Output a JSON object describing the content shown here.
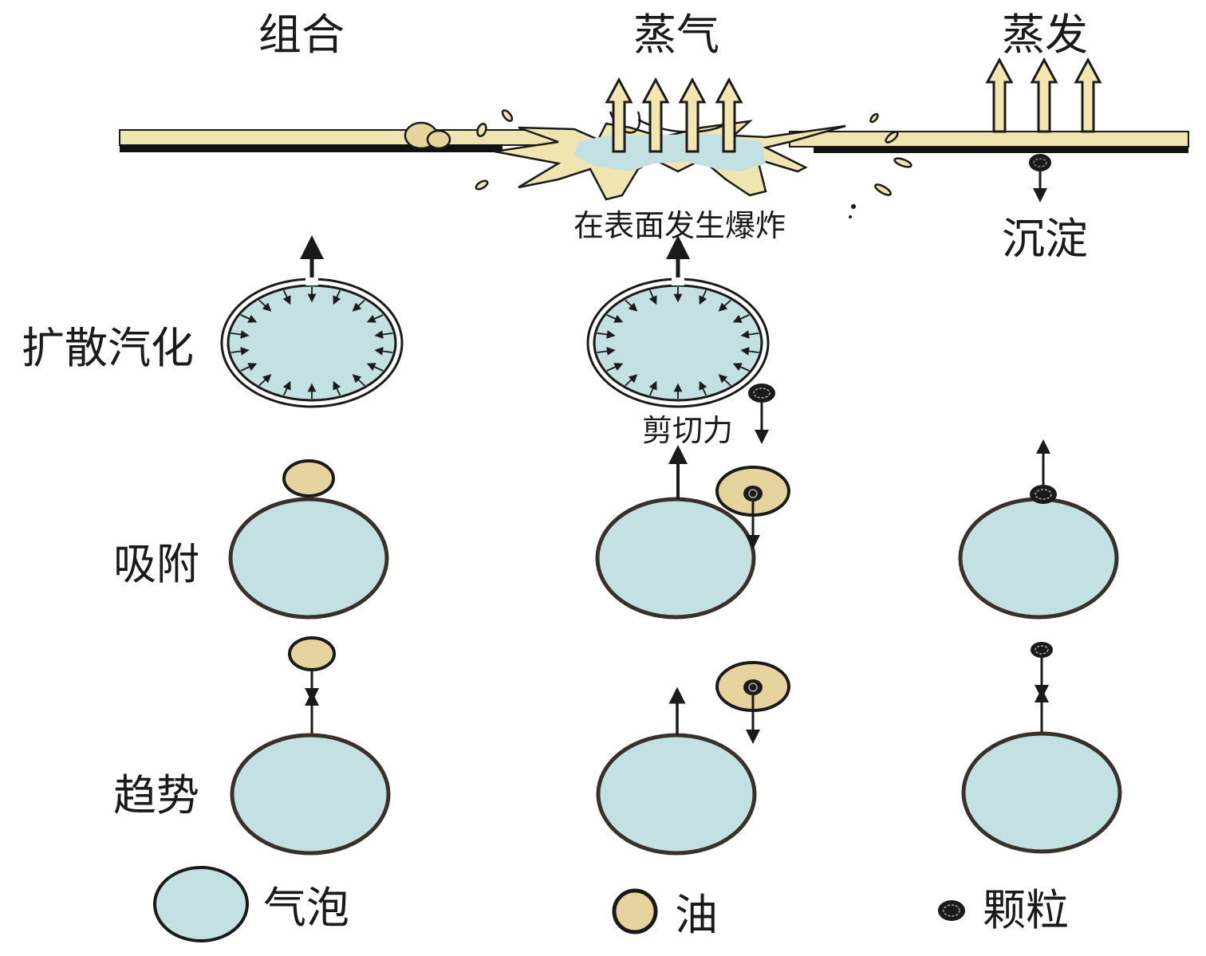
{
  "colors": {
    "bubble_fill": "#c3e0e3",
    "oil_fill": "#e6d39e",
    "stroke": "#1a1a1a",
    "film": "#f0e4b0"
  },
  "columns": {
    "combination": "组合",
    "vapor": "蒸气",
    "evaporation": "蒸发"
  },
  "surface": {
    "explosion_label": "在表面发生爆炸",
    "sediment_label": "沉淀"
  },
  "rows": {
    "diffusion": "扩散汽化",
    "adsorption": "吸附",
    "tendency": "趋势"
  },
  "shear_label": "剪切力",
  "legend": [
    {
      "icon": "bubble-icon",
      "label": "气泡"
    },
    {
      "icon": "oil-droplet-icon",
      "label": "油"
    },
    {
      "icon": "particle-icon",
      "label": "颗粒"
    }
  ]
}
